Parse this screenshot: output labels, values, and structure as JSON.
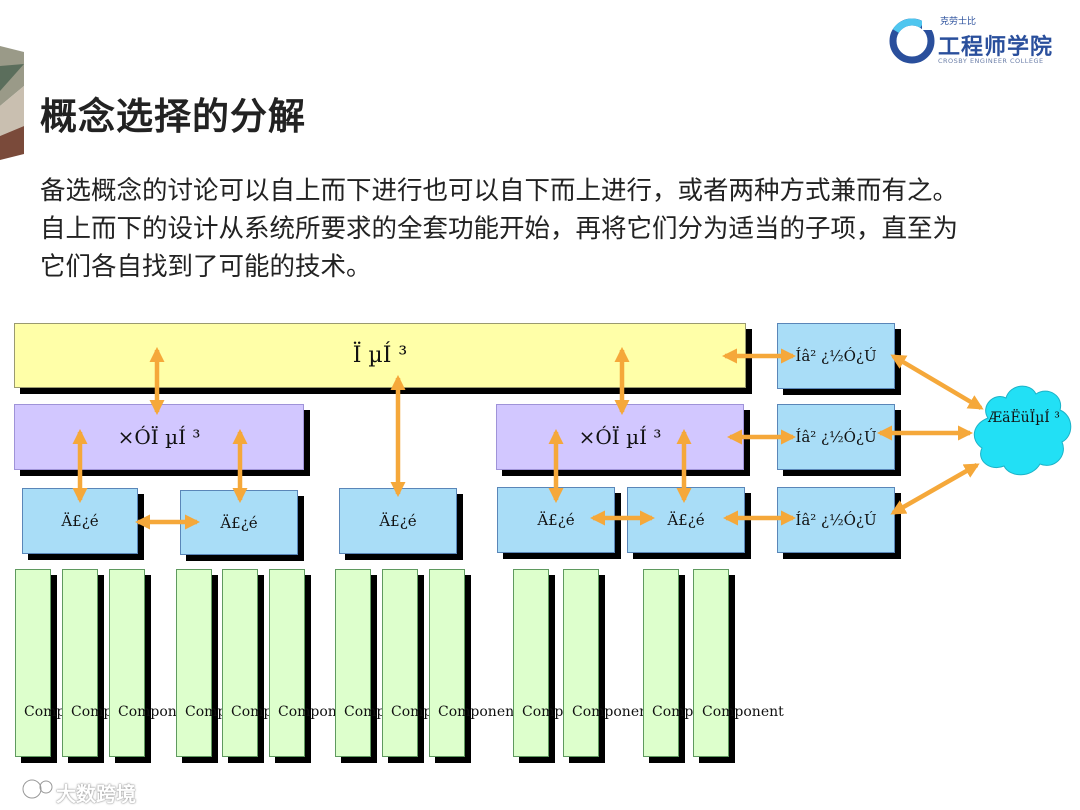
{
  "logo": {
    "small_text": "克劳士比",
    "main_text": "工程师学院",
    "english_text": "CROSBY ENGINEER COLLEGE"
  },
  "title": "概念选择的分解",
  "body_lines": [
    "备选概念的讨论可以自上而下进行也可以自下而上进行，或者两种方式兼而有之。",
    "自上而下的设计从系统所要求的全套功能开始，再将它们分为适当的子项，直至为",
    "它们各自找到了可能的技术。"
  ],
  "diagram": {
    "system_label": "Ï µÍ ³",
    "subsystem_labels": [
      "×ÓÏ µÍ ³",
      "×ÓÏ µÍ ³"
    ],
    "module_labels": [
      "Ä£¿é",
      "Ä£¿é",
      "Ä£¿é",
      "Ä£¿é",
      "Ä£¿é"
    ],
    "interface_labels": [
      "Íâ² ¿½Ó¿Ú",
      "Íâ² ¿½Ó¿Ú",
      "Íâ² ¿½Ó¿Ú"
    ],
    "environment_label": "ÆäËüÏµÍ ³",
    "component_labels": [
      "Comp",
      "Comp",
      "Component",
      "Comp",
      "Comp",
      "Component",
      "Comp",
      "Comp",
      "Component",
      "Comp",
      "Component",
      "Comp",
      "Component"
    ],
    "colors": {
      "system": "#ffffa8",
      "subsystem": "#d2c7ff",
      "module": "#a9ddf7",
      "component": "#ddffcc",
      "arrow": "#f5a83a",
      "cloud": "#22e0f5"
    }
  },
  "watermark": "大数跨境"
}
